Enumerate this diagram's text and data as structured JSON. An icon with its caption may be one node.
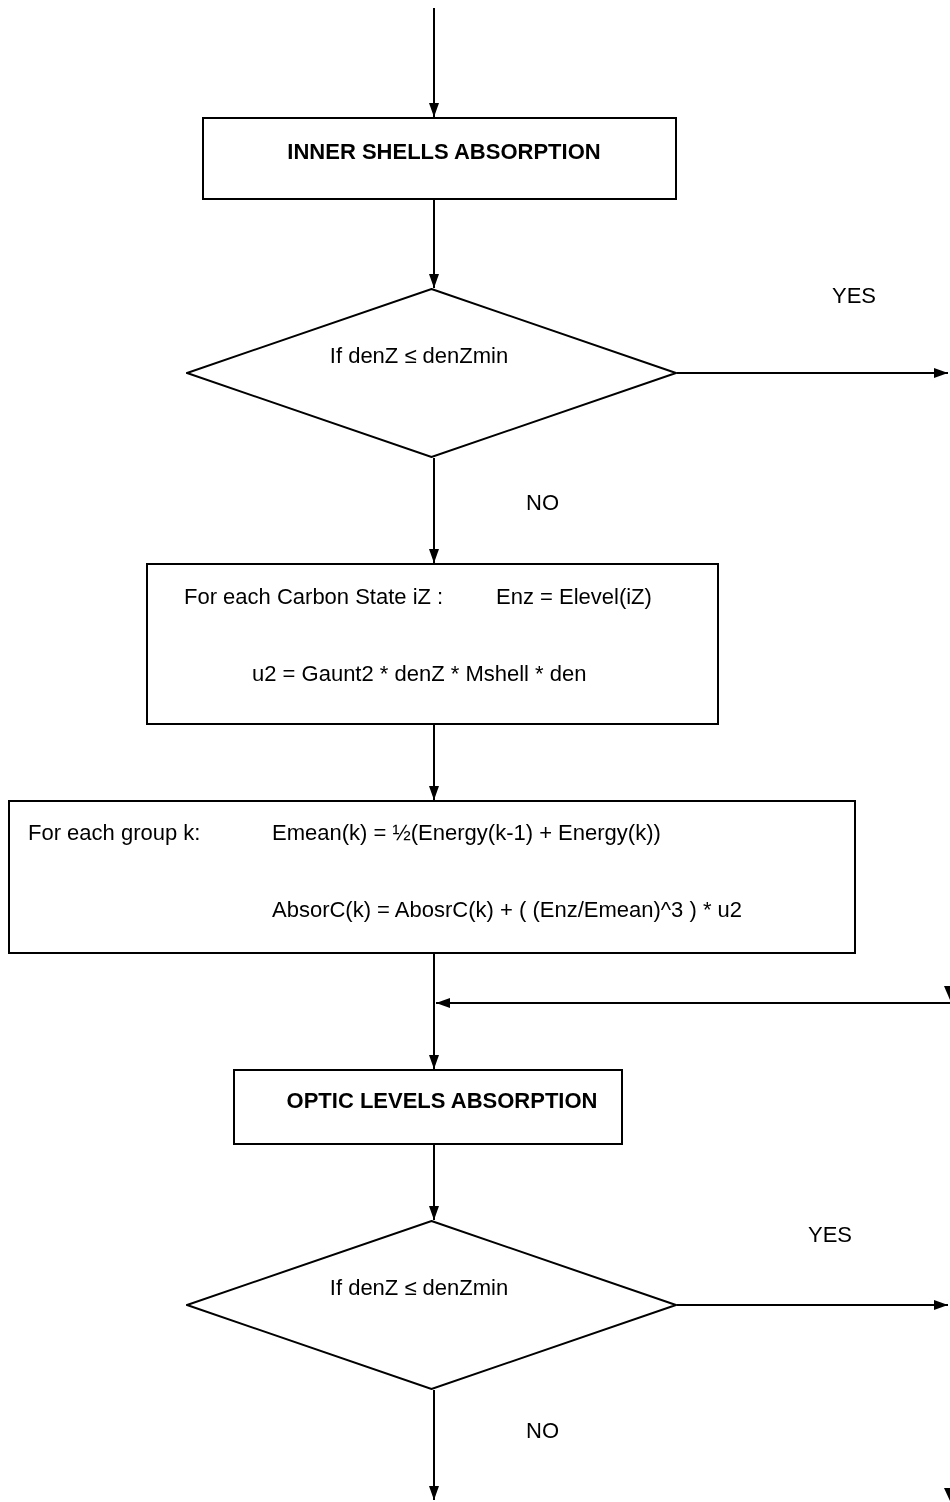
{
  "diagram": {
    "nodes": [
      {
        "text": [
          "INNER SHELLS ABSORPTION"
        ]
      },
      {
        "text": [
          "If denZ ≤ denZmin"
        ]
      },
      {
        "text": [
          "For each Carbon State iZ :",
          "Enz = Elevel(iZ)",
          "u2 = Gaunt2 * denZ * Mshell * den"
        ]
      },
      {
        "text": [
          "For each group k:",
          "Emean(k) = ½(Energy(k-1) + Energy(k))",
          "AbsorC(k) = AbosrC(k) + ( (Enz/Emean)^3 ) * u2"
        ]
      },
      {
        "text": [
          "OPTIC LEVELS ABSORPTION"
        ]
      },
      {
        "text": [
          "If denZ ≤ denZmin"
        ]
      }
    ],
    "edges": [
      {
        "from": null,
        "to": 0,
        "arrow": "to"
      },
      {
        "from": 0,
        "to": 1,
        "arrow": "to"
      },
      {
        "from": 1,
        "to": null,
        "label": "YES",
        "arrow": "to"
      },
      {
        "from": 1,
        "to": 2,
        "label": "NO",
        "arrow": "to"
      },
      {
        "from": 2,
        "to": 3,
        "arrow": "to"
      },
      {
        "from": 3,
        "to": 4,
        "arrow": "to"
      },
      {
        "from": null,
        "to": 4,
        "arrow": "to"
      },
      {
        "from": 4,
        "to": 5,
        "arrow": "to"
      },
      {
        "from": 5,
        "to": null,
        "label": "YES",
        "arrow": "to"
      },
      {
        "from": 5,
        "to": null,
        "label": "NO",
        "arrow": "to"
      }
    ]
  }
}
